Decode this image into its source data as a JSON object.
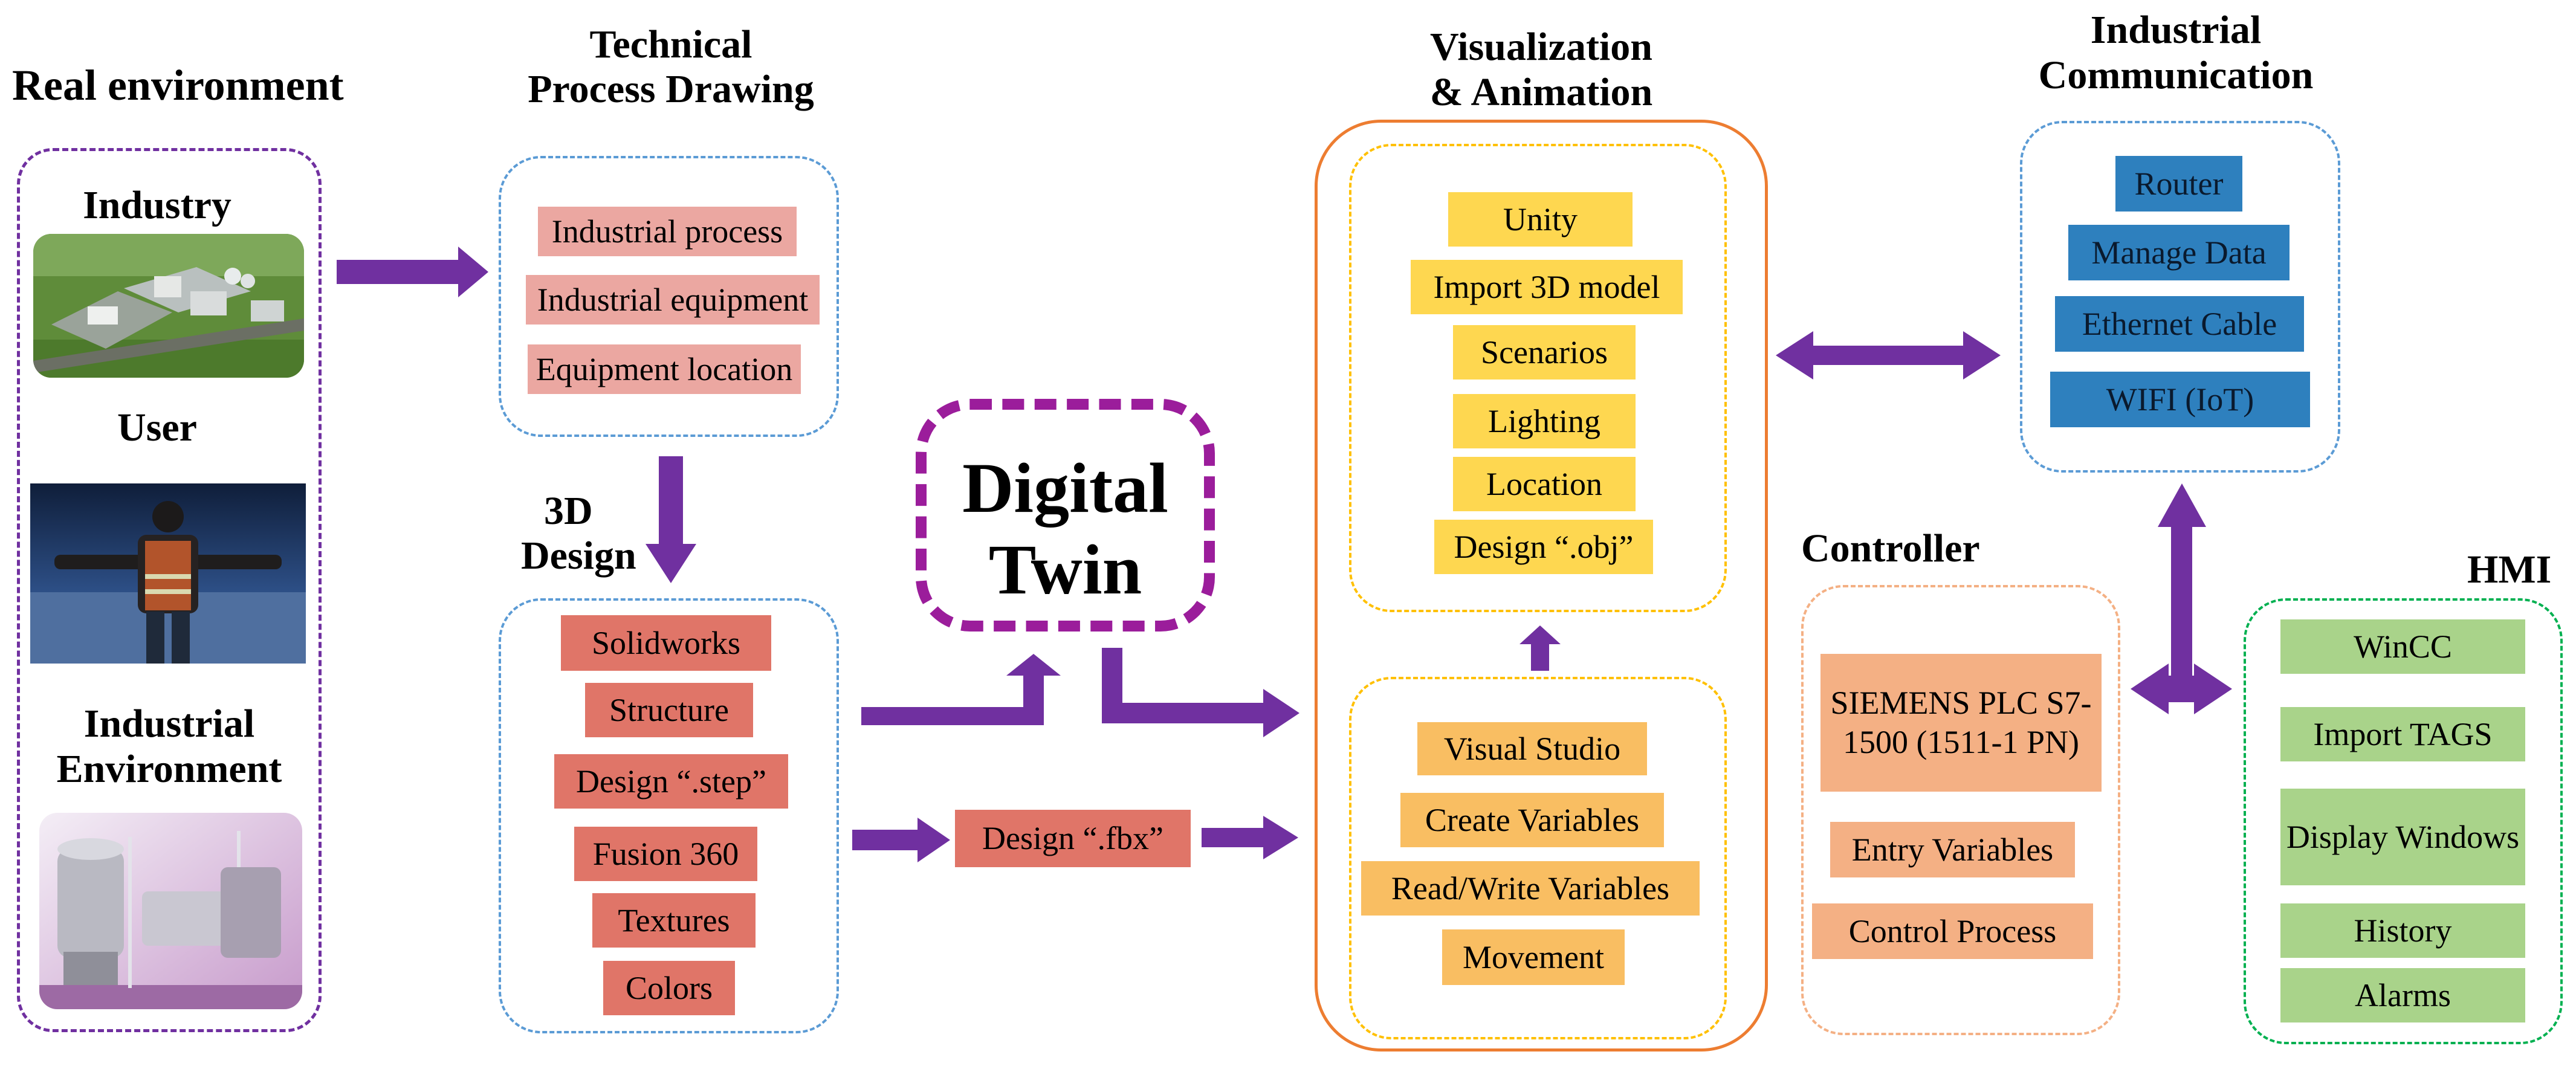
{
  "real_environment": {
    "title": "Real environment",
    "industry_label": "Industry",
    "user_label": "User",
    "industrial_environment_label_line1": "Industrial",
    "industrial_environment_label_line2": "Environment"
  },
  "technical_process": {
    "title_line1": "Technical",
    "title_line2": "Process Drawing",
    "items": [
      "Industrial process",
      "Industrial equipment",
      "Equipment location"
    ]
  },
  "design_3d": {
    "title_line1": "3D",
    "title_line2": "Design",
    "items": [
      "Solidworks",
      "Structure",
      "Design “.step”",
      "Fusion 360",
      "Textures",
      "Colors"
    ]
  },
  "digital_twin": {
    "line1": "Digital",
    "line2": "Twin"
  },
  "fbx": {
    "label": "Design “.fbx”"
  },
  "visualization": {
    "title_line1": "Visualization",
    "title_line2": "& Animation",
    "upper_items": [
      "Unity",
      "Import 3D model",
      "Scenarios",
      "Lighting",
      "Location",
      "Design “.obj”"
    ],
    "lower_items": [
      "Visual Studio",
      "Create Variables",
      "Read/Write Variables",
      "Movement"
    ]
  },
  "communication": {
    "title_line1": "Industrial",
    "title_line2": "Communication",
    "items": [
      "Router",
      "Manage Data",
      "Ethernet Cable",
      "WIFI (IoT)"
    ]
  },
  "controller": {
    "title": "Controller",
    "plc": "SIEMENS PLC S7-1500 (1511-1 PN)",
    "items": [
      "Entry Variables",
      "Control Process"
    ]
  },
  "hmi": {
    "title": "HMI",
    "items": [
      "WinCC",
      "Import TAGS",
      "Display Windows",
      "History",
      "Alarms"
    ]
  },
  "colors": {
    "arrow": "#7030a0",
    "frame_purple": "#7030a0",
    "frame_blue": "#5b9bd5",
    "frame_orange": "#ed7d31",
    "frame_yellow": "#ffc000",
    "frame_peach": "#f4b084",
    "frame_green": "#00b050",
    "digital_twin_border": "#9b1d9b"
  }
}
